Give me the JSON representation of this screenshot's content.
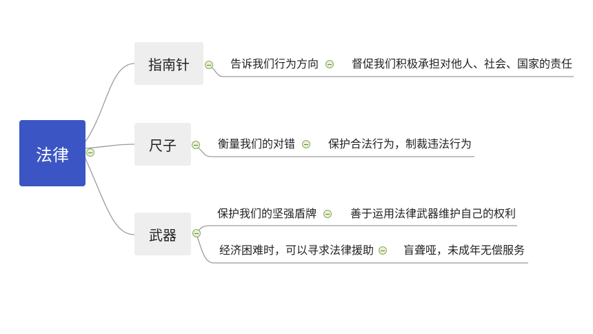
{
  "root": {
    "label": "法律"
  },
  "topics": [
    {
      "label": "指南针",
      "rows": [
        {
          "items": [
            "告诉我们行为方向",
            "督促我们积极承担对他人、社会、国家的责任"
          ]
        }
      ]
    },
    {
      "label": "尺子",
      "rows": [
        {
          "items": [
            "衡量我们的对错",
            "保护合法行为，制裁违法行为"
          ]
        }
      ]
    },
    {
      "label": "武器",
      "rows": [
        {
          "items": [
            "保护我们的坚强盾牌",
            "善于运用法律武器维护自己的权利"
          ]
        },
        {
          "items": [
            "经济困难时，可以寻求法律援助",
            "盲聋哑，未成年无偿服务"
          ]
        }
      ]
    }
  ],
  "colors": {
    "root_fill": "#3b56c4",
    "topic_fill": "#eeeeee",
    "connector": "#9a9a9a",
    "collapse_fill": "#e6f1d4",
    "collapse_stroke": "#8aa85c"
  },
  "icons": {
    "collapse": "minus-circle-icon"
  }
}
